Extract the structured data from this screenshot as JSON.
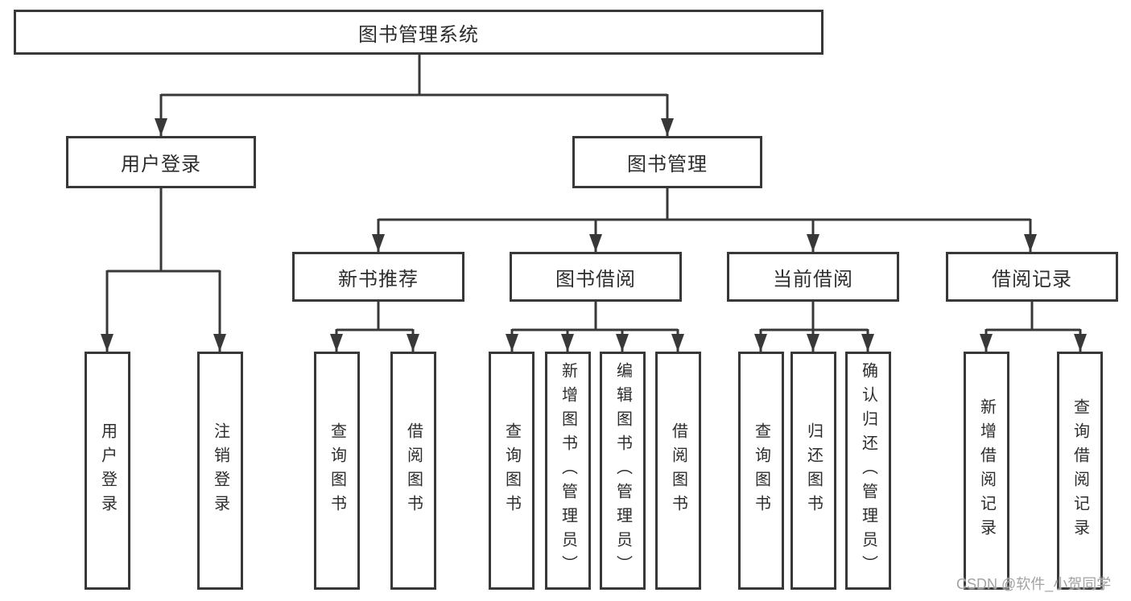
{
  "diagram": {
    "nodes": {
      "root": {
        "label": "图书管理系统"
      },
      "user_login": {
        "label": "用户登录"
      },
      "book_mgmt": {
        "label": "图书管理"
      },
      "new_book_rec": {
        "label": "新书推荐"
      },
      "book_borrow": {
        "label": "图书借阅"
      },
      "current_borrow": {
        "label": "当前借阅"
      },
      "borrow_record": {
        "label": "借阅记录"
      },
      "leaf_user_login": {
        "label": "用户登录"
      },
      "leaf_logout": {
        "label": "注销登录"
      },
      "nr_query": {
        "label": "查询图书"
      },
      "nr_borrow": {
        "label": "借阅图书"
      },
      "bb_query": {
        "label": "查询图书"
      },
      "bb_add": {
        "label": "新增图书（管理员）"
      },
      "bb_edit": {
        "label": "编辑图书（管理员）"
      },
      "bb_borrow": {
        "label": "借阅图书"
      },
      "cb_query": {
        "label": "查询图书"
      },
      "cb_return": {
        "label": "归还图书"
      },
      "cb_confirm": {
        "label": "确认归还（管理员）"
      },
      "br_add": {
        "label": "新增借阅记录"
      },
      "br_query": {
        "label": "查询借阅记录"
      }
    },
    "hierarchy": {
      "root": [
        "user_login",
        "book_mgmt"
      ],
      "user_login": [
        "leaf_user_login",
        "leaf_logout"
      ],
      "book_mgmt": [
        "new_book_rec",
        "book_borrow",
        "current_borrow",
        "borrow_record"
      ],
      "new_book_rec": [
        "nr_query",
        "nr_borrow"
      ],
      "book_borrow": [
        "bb_query",
        "bb_add",
        "bb_edit",
        "bb_borrow"
      ],
      "current_borrow": [
        "cb_query",
        "cb_return",
        "cb_confirm"
      ],
      "borrow_record": [
        "br_add",
        "br_query"
      ]
    }
  },
  "watermark": {
    "text": "CSDN @软件_小贺同学"
  },
  "colors": {
    "line": "#383838",
    "box_border": "#383838",
    "text": "#2d2d2d",
    "background": "#ffffff",
    "watermark": "#a3a3a3"
  }
}
